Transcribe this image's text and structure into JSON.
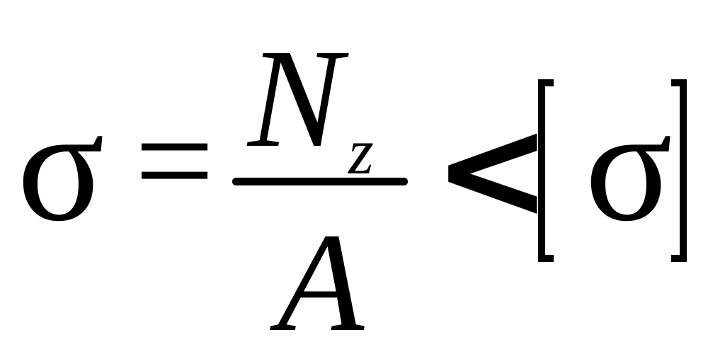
{
  "formula": {
    "lhs_symbol": "σ",
    "equals_sign": "=",
    "numerator": "N",
    "numerator_subscript": "z",
    "denominator": "A",
    "relation": "<",
    "rhs_symbol": "σ",
    "bracket_open": "[",
    "bracket_close": "]"
  }
}
